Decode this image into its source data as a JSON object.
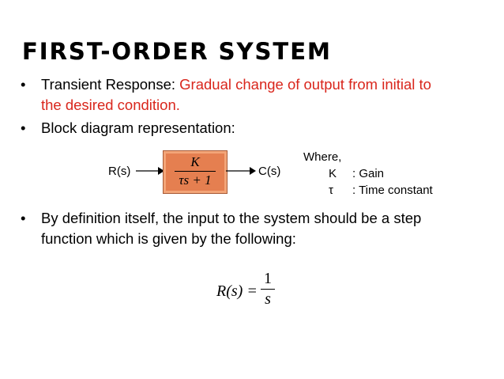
{
  "title": "FIRST-ORDER SYSTEM",
  "bullets": {
    "symbol": "•",
    "b1_prefix": "Transient Response: ",
    "b1_red_line1": "Gradual change of output from initial to",
    "b1_red_line2": "the desired condition.",
    "b2": "Block diagram representation:",
    "b3_line1": "By definition itself, the input to the system should be a step",
    "b3_line2": "function which is given by the following:"
  },
  "diagram": {
    "input_label": "R(s)",
    "output_label": "C(s)",
    "numerator": "K",
    "denominator": "τs + 1",
    "block_color": "#e57f50"
  },
  "where": {
    "heading": "Where,",
    "rows": [
      {
        "symbol": "K",
        "desc": ": Gain"
      },
      {
        "symbol": "τ",
        "desc": ": Time constant"
      }
    ]
  },
  "equation": {
    "lhs": "R(s) =",
    "numerator": "1",
    "denominator": "s"
  },
  "colors": {
    "highlight": "#d9261c"
  }
}
